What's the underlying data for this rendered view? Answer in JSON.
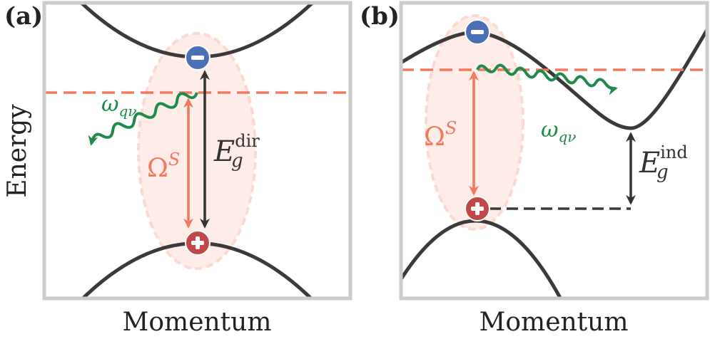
{
  "panels": {
    "a": {
      "label": "(a)",
      "exciton_symbol": "Ω",
      "exciton_superscript": "S",
      "gap_symbol": "E",
      "gap_subscript": "g",
      "gap_superscript": "dir",
      "phonon_symbol": "ω",
      "phonon_subscript": "qν"
    },
    "b": {
      "label": "(b)",
      "exciton_symbol": "Ω",
      "exciton_superscript": "S",
      "gap_symbol": "E",
      "gap_subscript": "g",
      "gap_superscript": "ind",
      "phonon_symbol": "ω",
      "phonon_subscript": "qν"
    }
  },
  "axes": {
    "y_label": "Energy",
    "x_label_a": "Momentum",
    "x_label_b": "Momentum"
  },
  "colors": {
    "frame": "#cccccc",
    "band": "#3a3a3a",
    "fermi_line": "#f07a5f",
    "exciton": "#fde9e4",
    "phonon": "#1e8a4c",
    "electron": "#4a6fb5",
    "hole": "#c04848"
  },
  "icons": {
    "electron": "minus-circle-icon",
    "hole": "plus-circle-icon"
  }
}
